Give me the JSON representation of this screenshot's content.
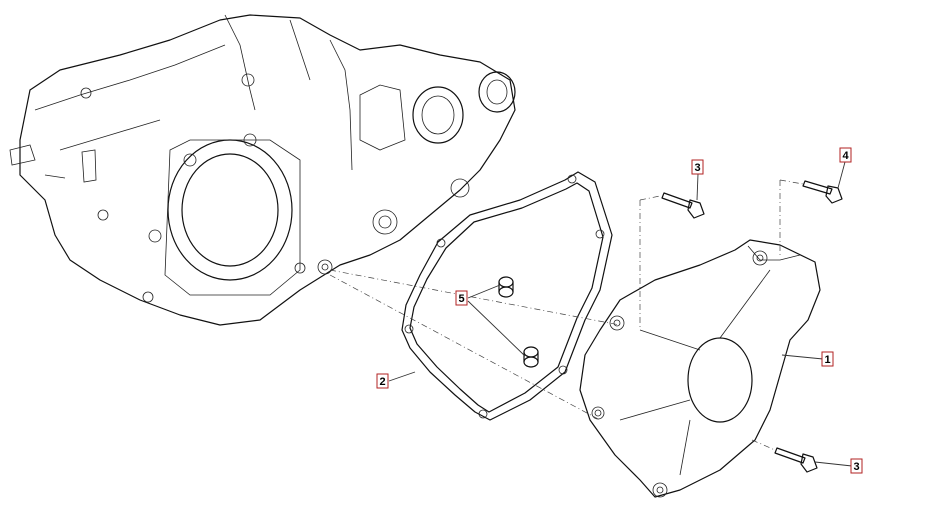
{
  "callouts": [
    {
      "id": "c1",
      "label": "1"
    },
    {
      "id": "c2",
      "label": "2"
    },
    {
      "id": "c3a",
      "label": "3"
    },
    {
      "id": "c3b",
      "label": "3"
    },
    {
      "id": "c4",
      "label": "4"
    },
    {
      "id": "c5",
      "label": "5"
    }
  ],
  "colors": {
    "callout_border": "#b22222",
    "linework": "#111111"
  }
}
